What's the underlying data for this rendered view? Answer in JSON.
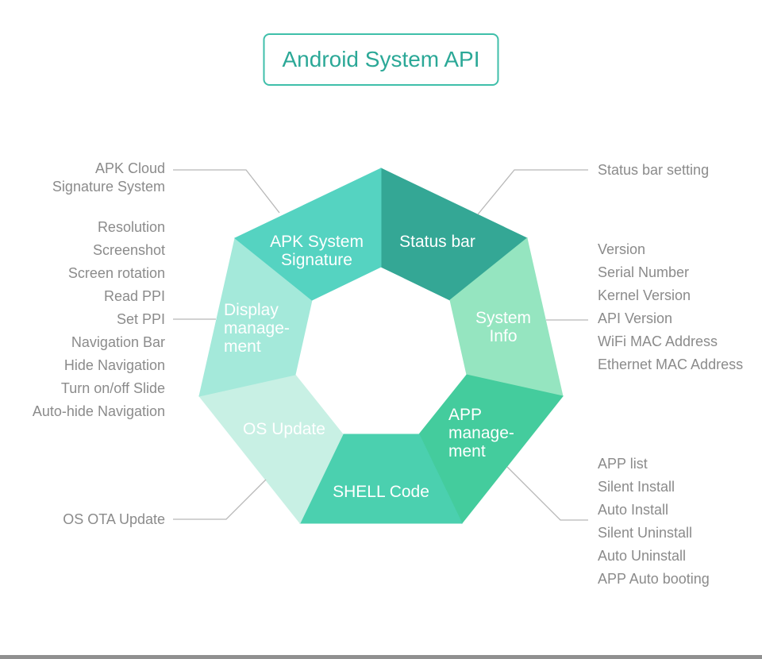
{
  "title": {
    "text": "Android System API",
    "color": "#2ba897"
  },
  "palette": {
    "accent_border": "#3fbfaa",
    "callout_text": "#8b8b8b",
    "leader_line": "#b8b8b8",
    "footer_bar": "#909090"
  },
  "segments": [
    {
      "name": "status-bar",
      "lines": [
        "Status bar"
      ],
      "color": "#34a795"
    },
    {
      "name": "system-info",
      "lines": [
        "System",
        "Info"
      ],
      "color": "#95e5c0"
    },
    {
      "name": "app-management",
      "lines": [
        "APP",
        "manage-",
        "ment"
      ],
      "color": "#44cc9d"
    },
    {
      "name": "shell-code",
      "lines": [
        "SHELL Code"
      ],
      "color": "#4bd0af"
    },
    {
      "name": "os-update",
      "lines": [
        "OS Update"
      ],
      "color": "#c8f0e4"
    },
    {
      "name": "display-management",
      "lines": [
        "Display",
        "manage-",
        "ment"
      ],
      "color": "#a4e9da"
    },
    {
      "name": "apk-system-signature",
      "lines": [
        "APK System",
        "Signature"
      ],
      "color": "#55d3c1"
    }
  ],
  "callouts": {
    "apk_cloud_signature": {
      "lines": [
        "APK Cloud",
        "Signature System"
      ]
    },
    "status_bar_setting": {
      "text": "Status bar setting"
    },
    "system_info": {
      "items": [
        "Version",
        "Serial Number",
        "Kernel Version",
        "API Version",
        "WiFi MAC Address",
        "Ethernet MAC Address"
      ]
    },
    "display_management": {
      "items": [
        "Resolution",
        "Screenshot",
        "Screen rotation",
        "Read PPI",
        "Set PPI",
        "Navigation Bar",
        "Hide Navigation",
        "Turn on/off Slide",
        "Auto-hide Navigation"
      ]
    },
    "os_ota_update": {
      "text": "OS OTA Update"
    },
    "app_management": {
      "items": [
        "APP list",
        "Silent Install",
        "Auto Install",
        "Silent Uninstall",
        "Auto Uninstall",
        "APP Auto booting"
      ]
    }
  }
}
